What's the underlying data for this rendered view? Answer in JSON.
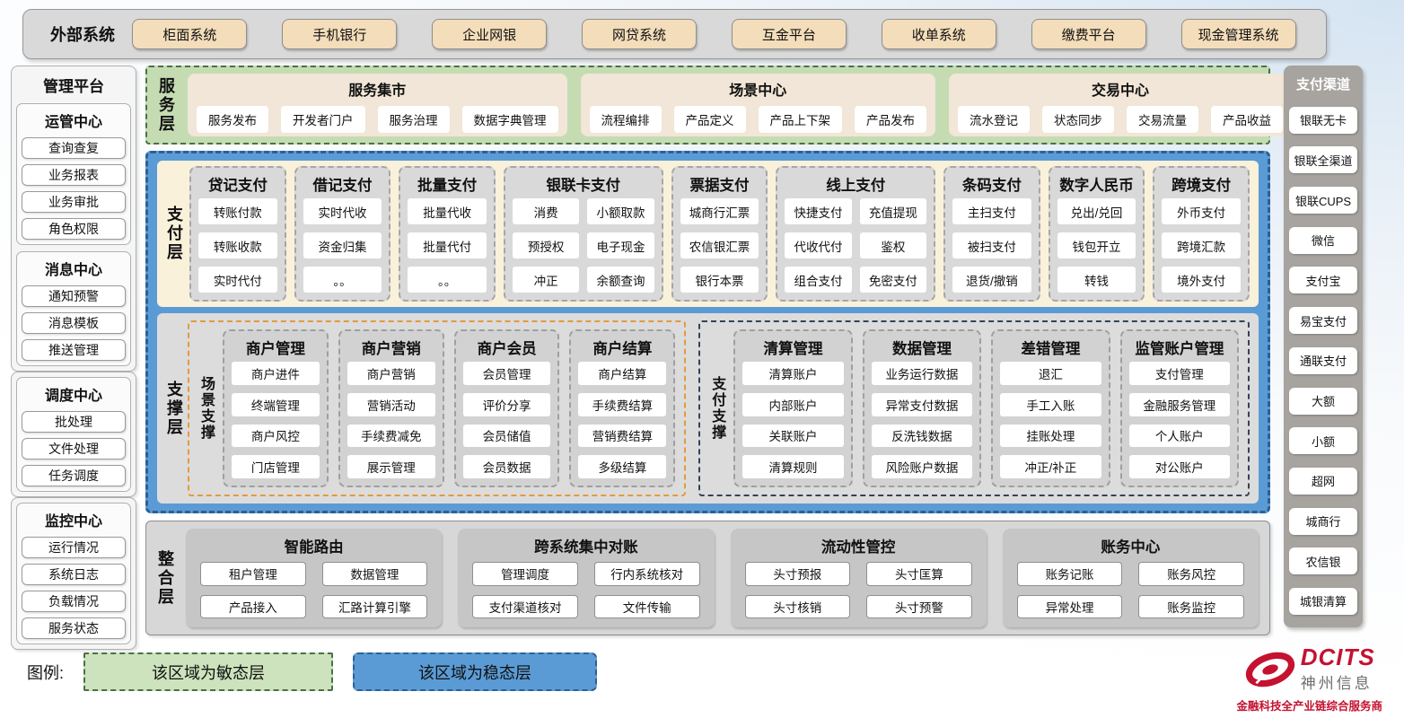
{
  "external_systems": {
    "label": "外部系统",
    "items": [
      "柜面系统",
      "手机银行",
      "企业网银",
      "网贷系统",
      "互金平台",
      "收单系统",
      "缴费平台",
      "现金管理系统"
    ]
  },
  "management_platform": {
    "panels": [
      {
        "title": "管理平台",
        "groups": [
          {
            "title": "运管中心",
            "items": [
              "查询查复",
              "业务报表",
              "业务审批",
              "角色权限"
            ]
          },
          {
            "title": "消息中心",
            "items": [
              "通知预警",
              "消息模板",
              "推送管理"
            ]
          }
        ]
      },
      {
        "groups": [
          {
            "title": "调度中心",
            "items": [
              "批处理",
              "文件处理",
              "任务调度"
            ]
          }
        ]
      },
      {
        "groups": [
          {
            "title": "监控中心",
            "items": [
              "运行情况",
              "系统日志",
              "负载情况",
              "服务状态"
            ]
          }
        ]
      }
    ]
  },
  "service_layer": {
    "label": "服务层",
    "groups": [
      {
        "title": "服务集市",
        "items": [
          "服务发布",
          "开发者门户",
          "服务治理",
          "数据字典管理"
        ]
      },
      {
        "title": "场景中心",
        "items": [
          "流程编排",
          "产品定义",
          "产品上下架",
          "产品发布"
        ]
      },
      {
        "title": "交易中心",
        "items": [
          "流水登记",
          "状态同步",
          "交易流量",
          "产品收益"
        ]
      }
    ]
  },
  "payment_layer": {
    "label": "支付层",
    "columns": [
      {
        "title": "贷记支付",
        "cols": 1,
        "items": [
          "转账付款",
          "转账收款",
          "实时代付"
        ]
      },
      {
        "title": "借记支付",
        "cols": 1,
        "items": [
          "实时代收",
          "资金归集",
          "。。"
        ]
      },
      {
        "title": "批量支付",
        "cols": 1,
        "items": [
          "批量代收",
          "批量代付",
          "。。"
        ]
      },
      {
        "title": "银联卡支付",
        "cols": 2,
        "items": [
          "消费",
          "小额取款",
          "预授权",
          "电子现金",
          "冲正",
          "余额查询"
        ]
      },
      {
        "title": "票据支付",
        "cols": 1,
        "items": [
          "城商行汇票",
          "农信银汇票",
          "银行本票"
        ]
      },
      {
        "title": "线上支付",
        "cols": 2,
        "items": [
          "快捷支付",
          "充值提现",
          "代收代付",
          "鉴权",
          "组合支付",
          "免密支付"
        ]
      },
      {
        "title": "条码支付",
        "cols": 1,
        "items": [
          "主扫支付",
          "被扫支付",
          "退货/撤销"
        ]
      },
      {
        "title": "数字人民币",
        "cols": 1,
        "items": [
          "兑出/兑回",
          "钱包开立",
          "转钱"
        ]
      },
      {
        "title": "跨境支付",
        "cols": 1,
        "items": [
          "外币支付",
          "跨境汇款",
          "境外支付"
        ]
      }
    ]
  },
  "support_layer": {
    "label": "支撑层",
    "zones": [
      {
        "label": "场景支撑",
        "kind": "scene",
        "columns": [
          {
            "title": "商户管理",
            "items": [
              "商户进件",
              "终端管理",
              "商户风控",
              "门店管理"
            ]
          },
          {
            "title": "商户营销",
            "items": [
              "商户营销",
              "营销活动",
              "手续费减免",
              "展示管理"
            ]
          },
          {
            "title": "商户会员",
            "items": [
              "会员管理",
              "评价分享",
              "会员储值",
              "会员数据"
            ]
          },
          {
            "title": "商户结算",
            "items": [
              "商户结算",
              "手续费结算",
              "营销费结算",
              "多级结算"
            ]
          }
        ]
      },
      {
        "label": "支付支撑",
        "kind": "payment",
        "columns": [
          {
            "title": "清算管理",
            "items": [
              "清算账户",
              "内部账户",
              "关联账户",
              "清算规则"
            ]
          },
          {
            "title": "数据管理",
            "items": [
              "业务运行数据",
              "异常支付数据",
              "反洗钱数据",
              "风险账户数据"
            ]
          },
          {
            "title": "差错管理",
            "items": [
              "退汇",
              "手工入账",
              "挂账处理",
              "冲正/补正"
            ]
          },
          {
            "title": "监管账户管理",
            "items": [
              "支付管理",
              "金融服务管理",
              "个人账户",
              "对公账户"
            ]
          }
        ]
      }
    ]
  },
  "integration_layer": {
    "label": "整合层",
    "groups": [
      {
        "title": "智能路由",
        "items": [
          "租户管理",
          "数据管理",
          "产品接入",
          "汇路计算引擎"
        ]
      },
      {
        "title": "跨系统集中对账",
        "items": [
          "管理调度",
          "行内系统核对",
          "支付渠道核对",
          "文件传输"
        ]
      },
      {
        "title": "流动性管控",
        "items": [
          "头寸预报",
          "头寸匡算",
          "头寸核销",
          "头寸预警"
        ]
      },
      {
        "title": "账务中心",
        "items": [
          "账务记账",
          "账务风控",
          "异常处理",
          "账务监控"
        ]
      }
    ]
  },
  "payment_channels": {
    "title": "支付渠道",
    "items": [
      "银联无卡",
      "银联全渠道",
      "银联CUPS",
      "微信",
      "支付宝",
      "易宝支付",
      "通联支付",
      "大额",
      "小额",
      "超网",
      "城商行",
      "农信银",
      "城银清算"
    ]
  },
  "legend": {
    "label": "图例:",
    "agile": "该区域为敏态层",
    "stable": "该区域为稳态层"
  },
  "logo": {
    "brand": "DCITS",
    "company": "神州信息",
    "tagline": "金融科技全产业链综合服务商"
  },
  "colors": {
    "agile_green": "#c5dcb2",
    "stable_blue": "#5b9bd5",
    "external_tan": "#f4ddba",
    "scene_support_accent": "#e29a3f",
    "payment_support_accent": "#35415a",
    "brand_red": "#c41230"
  }
}
